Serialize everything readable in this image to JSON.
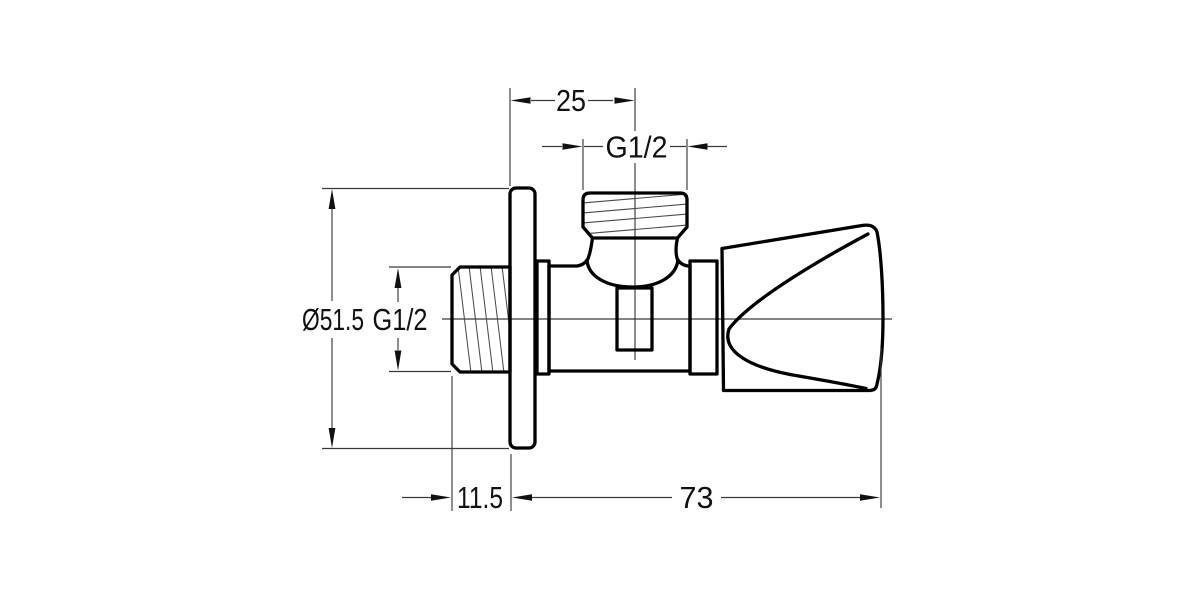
{
  "drawing": {
    "background_color": "#ffffff",
    "outline_color": "#000000",
    "thin_line_color": "#3a3a3a",
    "text_color": "#111111",
    "dimensions": {
      "top_offset": "25",
      "outlet_thread": "G1/2",
      "flange_diameter": "Ø51.5",
      "inlet_thread": "G1/2",
      "wall_depth": "11.5",
      "body_length": "73"
    }
  }
}
